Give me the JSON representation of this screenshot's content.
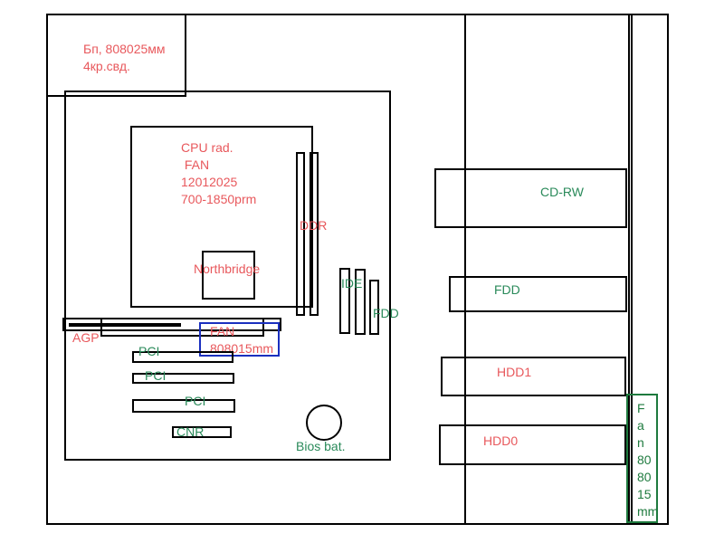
{
  "diagram": {
    "title": "PC case layout",
    "colors": {
      "outline": "#000000",
      "label_red": "#e8585c",
      "label_green": "#2a8a5a",
      "case_fan_border": "#1e7a3e",
      "chipset_fan_border": "#1a2fbf"
    },
    "psu": {
      "line1": "Бп, 808025мм",
      "line2": "4кр.свд."
    },
    "cpu": {
      "line1": "CPU rad.",
      "line2": " FAN",
      "line3": "12012025",
      "line4": "700-1850prm"
    },
    "ddr": "DDR",
    "northbridge": "Northbridge",
    "ide": "IDE",
    "fdd_connector": "FDD",
    "agp": "AGP",
    "chipset_fan": {
      "line1": "FAN",
      "line2": "808015mm"
    },
    "pci_slots": [
      "PCI",
      "PCI",
      "PCI"
    ],
    "cnr": "CNR",
    "bios_battery": "Bios bat.",
    "drives": {
      "cdrw": "CD-RW",
      "fdd": "FDD",
      "hdd1": "HDD1",
      "hdd0": "HDD0"
    },
    "case_fan": [
      "F",
      "a",
      "n",
      "80",
      "80",
      "15",
      "mm"
    ]
  }
}
